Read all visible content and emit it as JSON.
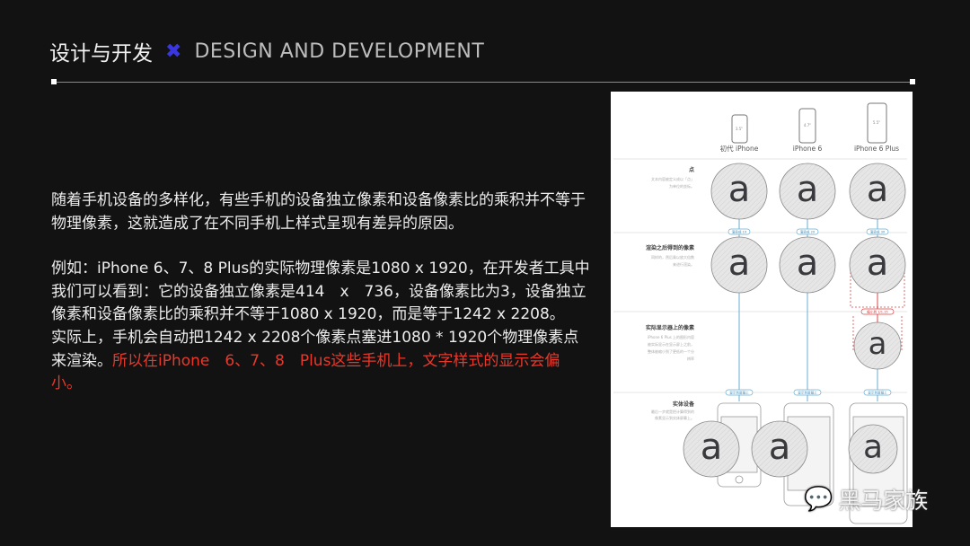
{
  "header": {
    "title_cn": "设计与开发",
    "separator_icon": "cross-icon",
    "title_en": "DESIGN AND DEVELOPMENT",
    "accent": "#3a36e0"
  },
  "body": {
    "para1": "随着手机设备的多样化，有些手机的设备独立像素和设备像素比的乘积并不等于物理像素，这就造成了在不同手机上样式呈现有差异的原因。",
    "para2": "例如：iPhone 6、7、8 Plus的实际物理像素是1080 x 1920，在开发者工具中我们可以看到：它的设备独立像素是414　x　736，设备像素比为3，设备独立像素和设备像素比的乘积并不等于1080 x 1920，而是等于1242 x 2208。",
    "para3_normal": "实际上，手机会自动把1242 x 2208个像素点塞进1080 * 1920个物理像素点来渲染。",
    "para3_highlight": "所以在iPhone　6、7、8　Plus这些手机上，文字样式的显示会偏小。",
    "highlight_color": "#e8392c"
  },
  "diagram": {
    "devices": [
      {
        "name": "初代 iPhone",
        "size": "3.5\""
      },
      {
        "name": "iPhone 6",
        "size": "4.7\""
      },
      {
        "name": "iPhone 6 Plus",
        "size": "5.5\""
      }
    ],
    "glyph": "a",
    "rows": [
      {
        "title": "点",
        "desc1": "文本内容被定义成以「点」",
        "desc2": "为单位的坐标。"
      },
      {
        "title": "渲染之后得到的像素",
        "desc1": "同样的，然后乘以放大倍数",
        "desc2": "来进行渲染。"
      },
      {
        "title": "实际显示器上的像素",
        "desc1": "iPhone 6 Plus 上的图形内容",
        "desc2": "被实际显示在显示屏上之前，",
        "desc3": "整体被缩小到了更低的一个分",
        "desc4": "辨率"
      },
      {
        "title": "实体设备",
        "desc1": "最后一步就是把计算得到的",
        "desc2": "像素显示到实体屏幕上。"
      }
    ],
    "badges": {
      "render1": "渲染成 1X",
      "render2": "渲染成 2X",
      "render3": "渲染成 3X",
      "downsample": "缩小到 1/1.15",
      "display": "显示到屏幕上"
    }
  },
  "watermark": {
    "icon": "wechat-icon",
    "text": "黑马家族"
  }
}
